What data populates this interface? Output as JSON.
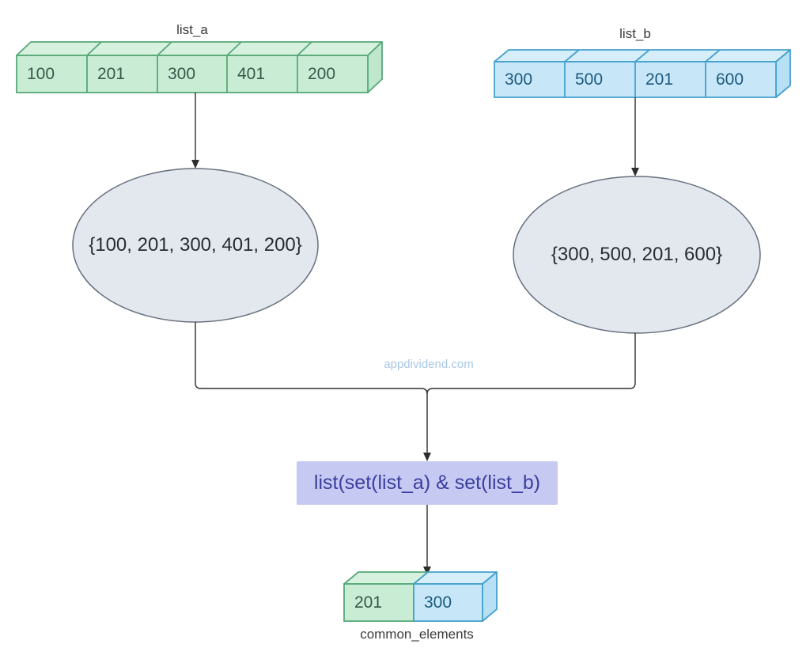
{
  "watermark": "appdividend.com",
  "lists": {
    "a": {
      "label": "list_a",
      "values": [
        "100",
        "201",
        "300",
        "401",
        "200"
      ],
      "set_text": "{100, 201, 300, 401, 200}"
    },
    "b": {
      "label": "list_b",
      "values": [
        "300",
        "500",
        "201",
        "600"
      ],
      "set_text": "{300, 500, 201, 600}"
    }
  },
  "operation": {
    "expression": "list(set(list_a) & set(list_b)"
  },
  "result": {
    "label": "common_elements",
    "values": [
      "201",
      "300"
    ]
  },
  "colors": {
    "green_fill": "#c9edd4",
    "green_top_fill": "#d6f1de",
    "green_border": "#57a878",
    "green_text": "#35584a",
    "blue_fill": "#c7e7f8",
    "blue_top_fill": "#d6eefa",
    "blue_border": "#45a0cd",
    "blue_text": "#1c5a7e",
    "ellipse_fill": "#e3e8ee",
    "ellipse_border": "#67707e",
    "ellipse_text": "#272c35",
    "operation_fill": "#c6c9f2",
    "operation_text": "#3b3e9e",
    "line": "#2e2e2e",
    "watermark_text": "#a9c7e5"
  }
}
